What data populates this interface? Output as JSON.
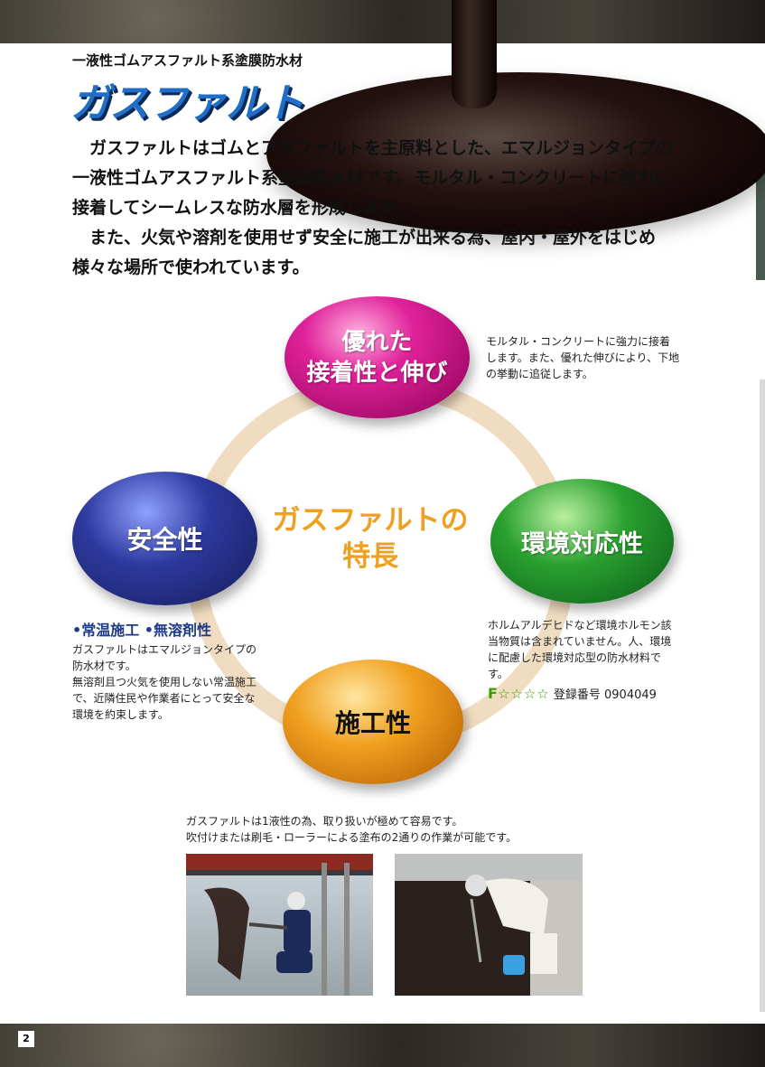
{
  "header": {
    "subtitle": "一液性ゴムアスファルト系塗膜防水材",
    "logo": "ガスファルト"
  },
  "intro": {
    "paragraph1_dark": "ガスファルトはゴムとアスファルトを主原料とした、エマルジョンタイプの一液性ゴムアスファルト系塗膜防水材です。モルタル・コンクリートに強力に接着してシームレスな防水層を形成します。",
    "paragraph2": "また、火気や溶剤を使用せず安全に施工が出来る為、屋内・屋外をはじめ様々な場所で使われています。"
  },
  "features": {
    "center_title_line1": "ガスファルトの",
    "center_title_line2": "特長",
    "adhesion": {
      "label_line1": "優れた",
      "label_line2": "接着性と伸び",
      "note": "モルタル・コンクリートに強力に接着します。また、優れた伸びにより、下地の挙動に追従します。"
    },
    "safety": {
      "label": "安全性",
      "headline": "•常温施工 •無溶剤性",
      "note_line1": "ガスファルトはエマルジョンタイプの防水材です。",
      "note_line2": "無溶剤且つ火気を使用しない常温施工で、近隣住民や作業者にとって安全な環境を約束します。"
    },
    "environment": {
      "label": "環境対応性",
      "note": "ホルムアルデヒドなど環境ホルモン該当物質は含まれていません。人、環境に配慮した環境対応型の防水材料です。",
      "rating_letter": "F",
      "rating_stars": "☆☆☆☆",
      "registration": "登録番号 0904049"
    },
    "workability": {
      "label": "施工性",
      "note_line1": "ガスファルトは1液性の為、取り扱いが極めて容易です。",
      "note_line2": "吹付けまたは刷毛・ローラーによる塗布の2通りの作業が可能です。"
    }
  },
  "footer": {
    "page_number": "2"
  }
}
